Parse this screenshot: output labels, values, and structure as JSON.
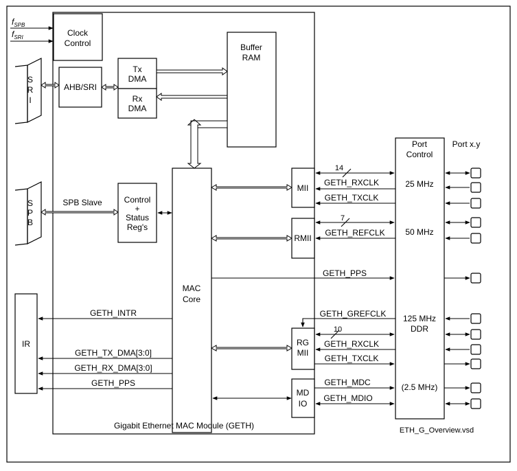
{
  "inputs": {
    "f_spb_main": "f",
    "f_spb_sub": "SPB",
    "f_sri_main": "f",
    "f_sri_sub": "SRI"
  },
  "buses": {
    "sri_letters": [
      "S",
      "R",
      "I"
    ],
    "spb_letters": [
      "S",
      "P",
      "B"
    ]
  },
  "blocks": {
    "clock_control": [
      "Clock",
      "Control"
    ],
    "ahb_sri": "AHB/SRI",
    "tx_dma": [
      "Tx",
      "DMA"
    ],
    "rx_dma": [
      "Rx",
      "DMA"
    ],
    "buffer_ram": [
      "Buffer",
      "RAM"
    ],
    "control_status": [
      "Control",
      "+",
      "Status",
      "Reg's"
    ],
    "mac_core": [
      "MAC",
      "Core"
    ],
    "mii": "MII",
    "rmii": "RMII",
    "rgmii": [
      "RG",
      "MII"
    ],
    "mdio": [
      "MD",
      "IO"
    ],
    "ir": "IR",
    "port_control": [
      "Port",
      "Control"
    ]
  },
  "labels": {
    "spb_slave": "SPB Slave",
    "module_caption": "Gigabit Ethernet MAC Module (GETH)",
    "port_xy": "Port x.y",
    "file_name": "ETH_G_Overview.vsd"
  },
  "signals": {
    "geth_intr": "GETH_INTR",
    "geth_tx_dma": "GETH_TX_DMA[3:0]",
    "geth_rx_dma": "GETH_RX_DMA[3:0]",
    "geth_pps_left": "GETH_PPS",
    "mii_width": "14",
    "mii_rxclk": "GETH_RXCLK",
    "mii_txclk": "GETH_TXCLK",
    "rmii_width": "7",
    "rmii_refclk": "GETH_REFCLK",
    "geth_pps_right": "GETH_PPS",
    "rgmii_grefclk": "GETH_GREFCLK",
    "rgmii_width": "10",
    "rgmii_rxclk": "GETH_RXCLK",
    "rgmii_txclk": "GETH_TXCLK",
    "geth_mdc": "GETH_MDC",
    "geth_mdio": "GETH_MDIO"
  },
  "frequencies": {
    "mii": "25 MHz",
    "rmii": "50 MHz",
    "rgmii_line1": "125 MHz",
    "rgmii_line2": "DDR",
    "mdio": "(2.5 MHz)"
  }
}
